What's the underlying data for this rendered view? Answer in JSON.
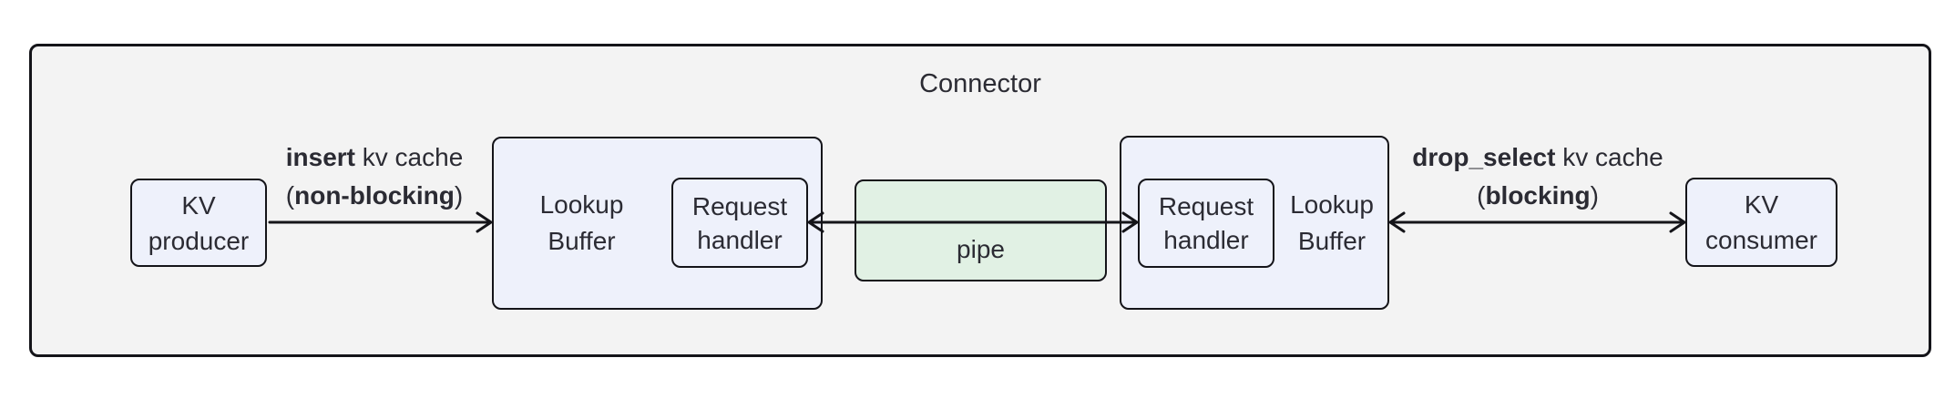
{
  "colors": {
    "canvas_bg": "#ffffff",
    "container_fill": "#f3f3f3",
    "node_fill": "#eef1fb",
    "pipe_fill": "#e1f1e4",
    "border": "#141419",
    "text": "#2b2b33"
  },
  "connector": {
    "title": "Connector"
  },
  "nodes": {
    "kv_producer": {
      "line1": "KV",
      "line2": "producer"
    },
    "lookup_buffer_left": {
      "line1": "Lookup",
      "line2": "Buffer"
    },
    "request_handler_left": {
      "line1": "Request",
      "line2": "handler"
    },
    "pipe": {
      "label": "pipe"
    },
    "request_handler_right": {
      "line1": "Request",
      "line2": "handler"
    },
    "lookup_buffer_right": {
      "line1": "Lookup",
      "line2": "Buffer"
    },
    "kv_consumer": {
      "line1": "KV",
      "line2": "consumer"
    }
  },
  "edges": {
    "insert": {
      "line1_bold": "insert",
      "line1_rest": " kv cache",
      "line2_pre": "(",
      "line2_bold": "non-blocking",
      "line2_post": ")"
    },
    "drop_select": {
      "line1_bold": "drop_select",
      "line1_rest": " kv cache",
      "line2_pre": "(",
      "line2_bold": "blocking",
      "line2_post": ")"
    }
  }
}
